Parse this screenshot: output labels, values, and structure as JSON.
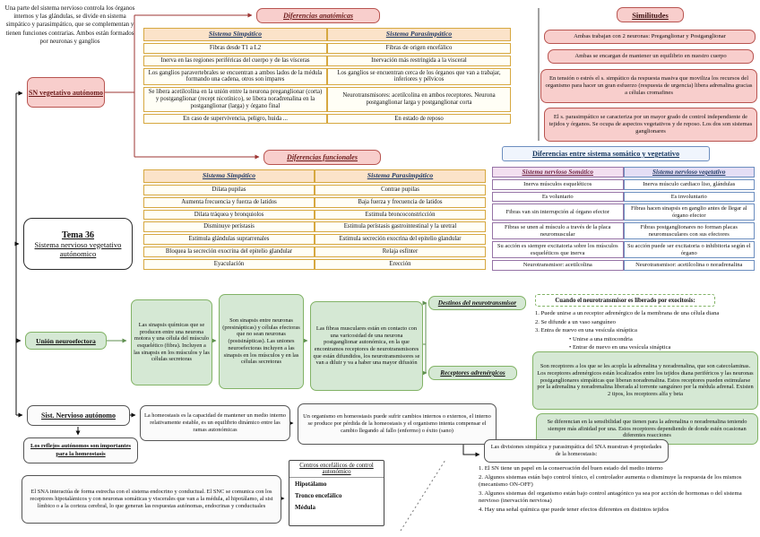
{
  "intro": "Una parte del sistema nervioso controla los órganos internos y las glándulas, se divide en sistema simpático y parasimpático, que se complementan y tienen funciones contrarias. Ambos están formados por neuronas y ganglios",
  "nodes": {
    "sn_vegetativo": "SN vegetativo autónomo",
    "tema_title": "Tema 36",
    "tema_subtitle": "Sistema nervioso vegetativo autónomico",
    "union_neuroefectora": "Unión neuroefectora",
    "sist_nervioso": "Sist. Nervioso autónomo",
    "reflejos": "Los reflejos autónomos son importantes para la homeostasis"
  },
  "anatomicas": {
    "label": "Diferencias anatómicas",
    "headers": [
      "Sistema Simpático",
      "Sistema Parasimpático"
    ],
    "rows": [
      [
        "Fibras desde T1 a L2",
        "Fibras de origen encefálico"
      ],
      [
        "Inerva en las regiones periféricas del cuerpo y de las vísceras",
        "Inervación más restringida a la visceral"
      ],
      [
        "Los ganglios paravertebrales se encuentran a ambos lados de la médula formando una cadena, otros son impares",
        "Los ganglios se encuentran cerca de los órganos que van a trabajar, inferiores y pélvicos"
      ],
      [
        "Se libera acetilcolina en la unión entre la neurona preganglionar (corta) y postganglionar (recept nicotínico), se libera noradrenalina en la postganglionar (larga) y órgano final",
        "Neurotransmisores: acetilcolina en ambos receptores. Neurona postganglionar larga y postganglionar corta"
      ],
      [
        "En caso de supervivencia, peligro, huida ...",
        "En estado de reposo"
      ]
    ]
  },
  "similitudes": {
    "label": "Similitudes",
    "items": [
      "Ambas trabajan con 2 neuronas: Preganglionar y Postganglionar",
      "Ambas se encargan de mantener un equilibrio en nuestro cuerpo",
      "En tensión o estrés el s. simpático da respuesta masiva que moviliza los recursos del organismo para hacer un gran esfuerzo (respuesta de urgencia) libera adrenalina gracias a células cromafines",
      "El s. parasimpático se caracteriza por un mayor grado de control independiente de tejidos y órganos. Se ocupa de aspectos vegetativos y de reposo. Los dos son sistemas ganglionares"
    ]
  },
  "funcionales": {
    "label": "Diferencias funcionales",
    "headers": [
      "Sistema Simpático",
      "Sistema Parasimpático"
    ],
    "rows": [
      [
        "Dilata pupilas",
        "Contrae pupilas"
      ],
      [
        "Aumenta frecuencia y fuerza de latidos",
        "Baja fuerza y frecuencia de latidos"
      ],
      [
        "Dilata tráquea y bronquiolos",
        "Estimula broncoconstricción"
      ],
      [
        "Disminuye perístasis",
        "Estimula perístasis gastrointestinal y la uretral"
      ],
      [
        "Estimula glándulas suprarrenales",
        "Estimula secreción exocrina del epitelio glandular"
      ],
      [
        "Bloquea la secreción exocrina del epitelio glandular",
        "Relaja esfínter"
      ],
      [
        "Eyaculación",
        "Erección"
      ]
    ]
  },
  "somatico_vegetativo": {
    "title": "Diferencias entre sistema somático y vegetativo",
    "headers": [
      "Sistema nervioso Somático",
      "Sistema nervioso vegetativo"
    ],
    "rows": [
      [
        "Inerva músculos esqueléticos",
        "Inerva músculo cardiaco liso, glándulas"
      ],
      [
        "Es voluntario",
        "Es involuntario"
      ],
      [
        "Fibras van sin interrupción al órgano efector",
        "Fibras hacen sinapsis en ganglio antes de llegar al órgano efector"
      ],
      [
        "Fibras se unen al músculo a través de la placa neuromuscular",
        "Fibras postganglionares no forman placas neuromusculares con sus efectores"
      ],
      [
        "Su acción es siempre excitatoria sobre los músculos esqueléticos que inerva",
        "Su acción puede ser excitatoria o inhibitoria según el órgano"
      ],
      [
        "Neurotransmisor: acetilcolina",
        "Neurotransmisor: acetilcolina o noradrenalina"
      ]
    ]
  },
  "sinapsis": {
    "box1": "Las sinapsis químicas que se producen entre una neurona motora y una célula del músculo esquelético (fibra). Incluyen a las sinapsis en los músculos y las células secretoras",
    "box2": "Son sinapsis entre neuronas (presinápticas) y células efectoras que no sean neuronas (postsinápticas). Las uniones neuroefectoras incluyen a las sinapsis en los músculos y en las células secretoras",
    "box3": "Las fibras musculares están en contacto con una varicosidad de una neurona postganglionar autonómica, en la que encontramos receptores de neurotransmisores que están difundidos, los neurotransmisores se van a diluir y va a haber una mayor difusión"
  },
  "destinos": {
    "label": "Destinos del neurotransmisor",
    "header": "Cuando el neurotransmisor es liberado por exocitosis:",
    "items": [
      "1. Puede unirse a un receptor adrenérgico de la membrana de una célula diana",
      "2. Se difunde a un vaso sanguíneo",
      "3. Entra de nuevo en una vesícula sináptica"
    ],
    "subitems": [
      "•  Unirse a una mitocondria",
      "•  Entrar de nuevo en una vesícula sináptica"
    ]
  },
  "receptores": {
    "label": "Receptores adrenérgicos",
    "box1": "Son receptores a los que se les acopla la adrenalina y noradrenalina, que son catecolaminas. Los receptores adrenérgicos están localizados entre los tejidos diana periféricos y las neuronas postganglionares simpáticas que liberan noradrenalina. Estos receptores pueden estimularse por la adrenalina y noradrenalina liberada al torrente sanguíneo por la médula adrenal. Existen 2 tipos, los receptores alfa y beta",
    "box2": "Se diferencian en la sensibilidad que tienen para la adrenalina o noradrenalina teniendo siempre más afinidad por una. Estos receptores dependiendo de donde estén ocasionan diferentes reacciones"
  },
  "homeostasis": {
    "definicion": "La homeostasis es la capacidad de mantener un medio interno relativamente estable, es un equilibrio dinámico entre las ramas autonómicas",
    "organismo": "Un organismo en homeostasis puede sufrir cambios internos o externos, el interno se produce por pérdida de la homeostasis y el organismo intenta compensar el cambio llegando al fallo (enfermo) o éxito (sano)",
    "divisiones": "Las divisiones simpática y parasimpática del SNA muestran 4 propiedades de la homeostasis:",
    "propiedades": [
      "1. El SN tiene un papel en la conservación del buen estado del medio interno",
      "2. Algunos sistemas están bajo control tónico, el controlador aumenta o disminuye la respuesta de los mismos (mecanismo ON-OFF)",
      "3. Algunos sistemas del organismo están bajo control antagónico ya sea por acción de hormonas o del sistema nervioso (inervación nerviosa)",
      "4. Hay una señal química que puede tener efectos diferentes en distintos tejidos"
    ]
  },
  "sna": "El SNA interactúa de forma estrecha con el sistema endocrino y conductual. El SNC se comunica con los receptores hipotalámicos y con neuronas somáticas y viscerales que van a la médula, al hipotálamo, al sist límbico o a la corteza cerebral, lo que generan las respuestas autónomas, endocrinas y conductuales",
  "centros": {
    "title": "Centros encefálicos de control autonómico",
    "items": [
      "Hipotálamo",
      "Tronco encefálico",
      "Médula"
    ]
  },
  "colors": {
    "pink_fill": "#f8cecc",
    "pink_border": "#b85450",
    "green_fill": "#d5e8d4",
    "green_border": "#82b366",
    "orange_border": "#d6a840",
    "blue_border": "#6c8ebf",
    "purple_border": "#9673a6"
  }
}
